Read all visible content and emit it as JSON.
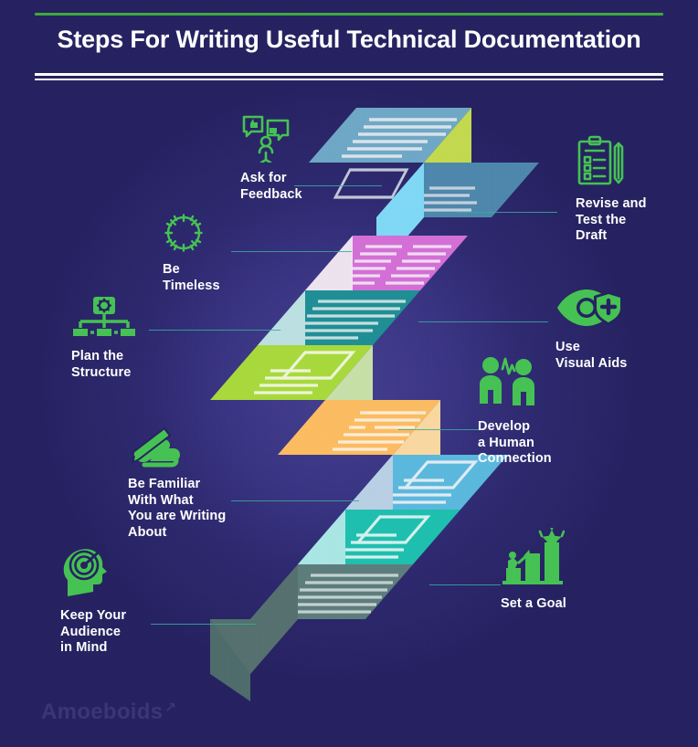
{
  "header": {
    "title": "Steps For Writing Useful Technical Documentation",
    "accent_green": "#3fa93c",
    "rule_white": "#ffffff"
  },
  "theme": {
    "bg_dark": "#262261",
    "bg_glow": "#45408f",
    "icon_green": "#45c253",
    "text_white": "#ffffff",
    "connector": "#3aa9a0",
    "logo_color": "#3b3676"
  },
  "steps": [
    {
      "id": "ask-for-feedback",
      "label": "Ask for\nFeedback",
      "icon": "feedback-thumbs-icon",
      "side": "left",
      "step_top_color": "#6fa8c6",
      "step_riser_color": "#c2d94f"
    },
    {
      "id": "revise-and-test-the-draft",
      "label": "Revise and\nTest the\nDraft",
      "icon": "clipboard-pen-icon",
      "side": "right",
      "step_top_color": "#4e87ac",
      "step_riser_color": "#7fd8f5"
    },
    {
      "id": "be-timeless",
      "label": "Be\nTimeless",
      "icon": "clock-icon",
      "side": "left",
      "step_top_color": "#d36fd6",
      "step_riser_color": "#ece3ef"
    },
    {
      "id": "plan-the-structure",
      "label": "Plan the\nStructure",
      "icon": "sitemap-gear-icon",
      "side": "left",
      "step_top_color": "#1f8f95",
      "step_riser_color": "#bcdfe2"
    },
    {
      "id": "use-visual-aids",
      "label": "Use\nVisual Aids",
      "icon": "eye-shield-icon",
      "side": "right",
      "step_top_color": "#a8d93c",
      "step_riser_color": "#c7dfa8"
    },
    {
      "id": "develop-a-human-connection",
      "label": "Develop\na Human\nConnection",
      "icon": "two-people-pulse-icon",
      "side": "right",
      "step_top_color": "#fbbc62",
      "step_riser_color": "#f9d7a0"
    },
    {
      "id": "be-familiar-with-what-you-are-writing-about",
      "label": "Be Familiar\nWith What\nYou are Writing\nAbout",
      "icon": "hand-writing-pen-icon",
      "side": "left",
      "step_top_color": "#5bb8dd",
      "step_riser_color": "#b9cfe4"
    },
    {
      "id": "set-a-goal",
      "label": "Set a Goal",
      "icon": "bar-chart-star-icon",
      "side": "right",
      "step_top_color": "#1fbfb0",
      "step_riser_color": "#a9e6e4"
    },
    {
      "id": "keep-your-audience-in-mind",
      "label": "Keep Your\nAudience\nin Mind",
      "icon": "head-target-icon",
      "side": "left",
      "step_top_color": "#5d7d7c",
      "step_riser_color": "#55706f"
    }
  ],
  "footer": {
    "brand": "Amoeboids",
    "brand_mark": "↗"
  }
}
